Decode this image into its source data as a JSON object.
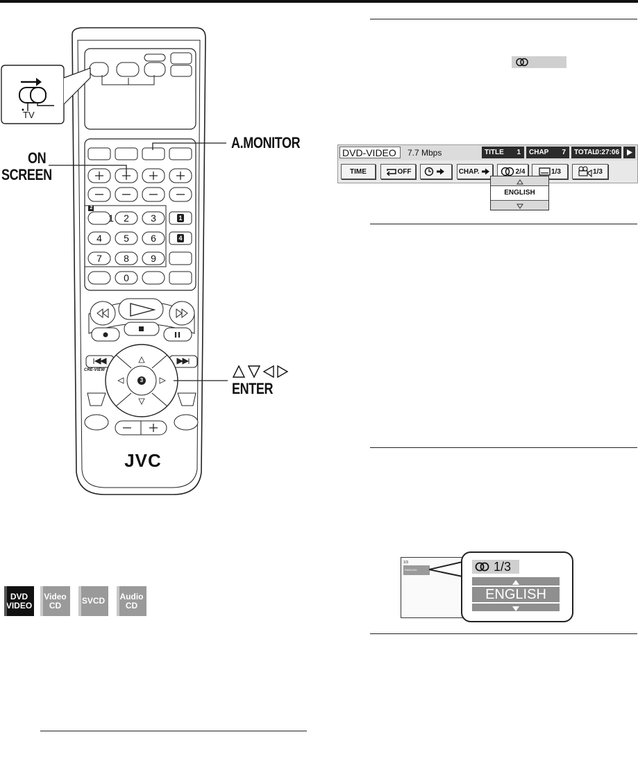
{
  "callouts": {
    "a_monitor": "A.MONITOR",
    "on_screen_line1": "ON",
    "on_screen_line2": "SCREEN",
    "enter": "ENTER"
  },
  "remote": {
    "brand": "JVC",
    "switch_label": "TV",
    "number_keys": [
      "1",
      "2",
      "3",
      "4",
      "5",
      "6",
      "7",
      "8",
      "9",
      "0"
    ],
    "step_badges": [
      "2",
      "1",
      "4",
      "3"
    ],
    "review_label": "CRE-VIEW"
  },
  "osd": {
    "source": "DVD-VIDEO",
    "bitrate": "7.7 Mbps",
    "title_label": "TITLE",
    "title_value": "1",
    "chap_label": "CHAP",
    "chap_value": "7",
    "total_label": "TOTAL",
    "total_value": "0:27:06",
    "btn_time": "TIME",
    "btn_repeat": "OFF",
    "btn_chap": "CHAP.",
    "audio_value": "2/4",
    "subtitle_value": "1/3",
    "angle_value": "1/3",
    "dropdown_value": "ENGLISH"
  },
  "zoom": {
    "small_track": "1/3",
    "small_lang": "ENGLISH",
    "track": "1/3",
    "language": "ENGLISH"
  },
  "disc_tags": [
    {
      "line1": "DVD",
      "line2": "VIDEO",
      "active": true
    },
    {
      "line1": "Video",
      "line2": "CD",
      "active": false
    },
    {
      "line1": "SVCD",
      "line2": "",
      "active": false
    },
    {
      "line1": "Audio",
      "line2": "CD",
      "active": false
    }
  ],
  "colors": {
    "active_tag": "#111111",
    "inactive_tag": "#9a9a9a",
    "osd_dark": "#2b2b2b",
    "zoom_bar": "#8f8f8f"
  }
}
